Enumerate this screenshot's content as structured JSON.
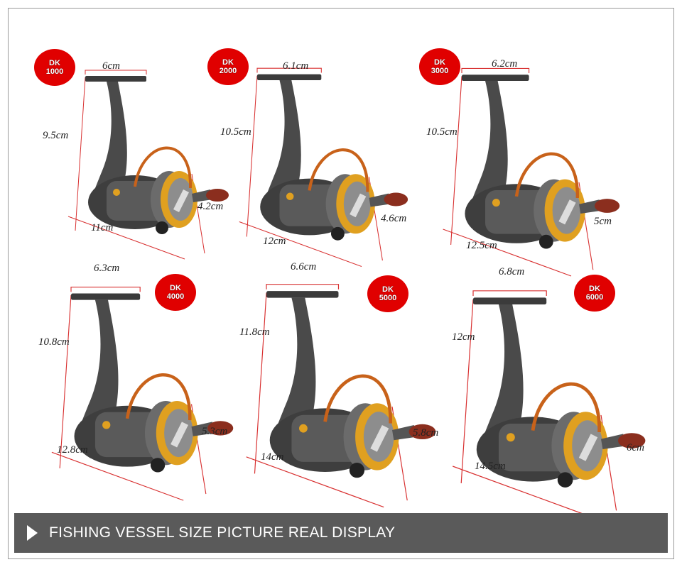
{
  "reels": [
    {
      "model": [
        "DK",
        "1000"
      ],
      "handle_width": "6cm",
      "height": "9.5cm",
      "length": "11cm",
      "spool": "4.2cm"
    },
    {
      "model": [
        "DK",
        "2000"
      ],
      "handle_width": "6.1cm",
      "height": "10.5cm",
      "length": "12cm",
      "spool": "4.6cm"
    },
    {
      "model": [
        "DK",
        "3000"
      ],
      "handle_width": "6.2cm",
      "height": "10.5cm",
      "length": "12.5cm",
      "spool": "5cm"
    },
    {
      "model": [
        "DK",
        "4000"
      ],
      "handle_width": "6.3cm",
      "height": "10.8cm",
      "length": "12.8cm",
      "spool": "5.3cm"
    },
    {
      "model": [
        "DK",
        "5000"
      ],
      "handle_width": "6.6cm",
      "height": "11.8cm",
      "length": "14cm",
      "spool": "5.8cm"
    },
    {
      "model": [
        "DK",
        "6000"
      ],
      "handle_width": "6.8cm",
      "height": "12cm",
      "length": "14.5cm",
      "spool": "6cm"
    }
  ],
  "footer": {
    "text": "FISHING VESSEL SIZE PICTURE REAL DISPLAY",
    "icon": "play-triangle-icon"
  },
  "colors": {
    "badge": "#e00000",
    "footer_bg": "#5a5a5a",
    "bail": "#c8621a",
    "spool_rim": "#e0a020",
    "handle_knob": "#8b2e1e"
  }
}
